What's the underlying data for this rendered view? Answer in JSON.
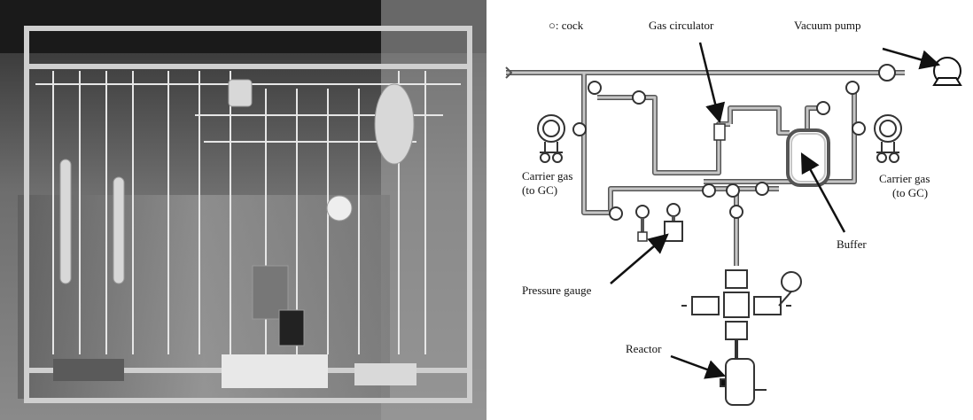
{
  "photo": {
    "description_icon": "photograph-of-glass-apparatus"
  },
  "schematic": {
    "legend": "○: cock",
    "labels": {
      "gas_circulator": "Gas circulator",
      "vacuum_pump": "Vacuum pump",
      "carrier_gas_left_1": "Carrier gas",
      "carrier_gas_left_2": "(to GC)",
      "carrier_gas_right_1": "Carrier gas",
      "carrier_gas_right_2": "(to GC)",
      "buffer": "Buffer",
      "pressure_gauge": "Pressure gauge",
      "reactor": "Reactor"
    },
    "colors": {
      "pipe_outer": "#555555",
      "pipe_inner": "#bfbfbf",
      "line": "#111111"
    }
  }
}
